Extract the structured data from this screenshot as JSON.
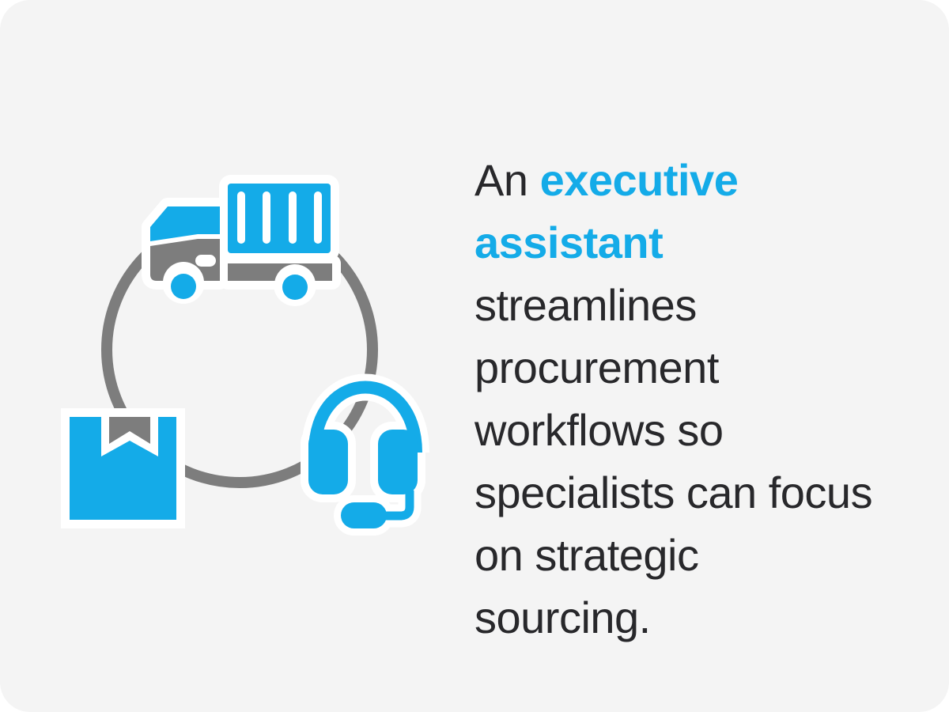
{
  "card": {
    "background_color": "#f4f4f4",
    "outer_background_color": "#ffffff",
    "accent_blue": "#14abe8",
    "icon_gray": "#7d7d7d",
    "text_color": "#28282b"
  },
  "caption": {
    "prefix": "An ",
    "highlight": "executive assistant",
    "suffix": " streamlines procurement workflows so specialists can focus on strategic sourcing."
  },
  "illustration": {
    "description": "procurement-cycle-diagram",
    "icons": [
      {
        "name": "cycle-ring",
        "color": "#7d7d7d"
      },
      {
        "name": "delivery-truck-icon",
        "colors": [
          "#14abe8",
          "#7d7d7d"
        ]
      },
      {
        "name": "package-icon",
        "colors": [
          "#14abe8",
          "#7d7d7d"
        ]
      },
      {
        "name": "headset-icon",
        "colors": [
          "#14abe8"
        ]
      }
    ]
  }
}
